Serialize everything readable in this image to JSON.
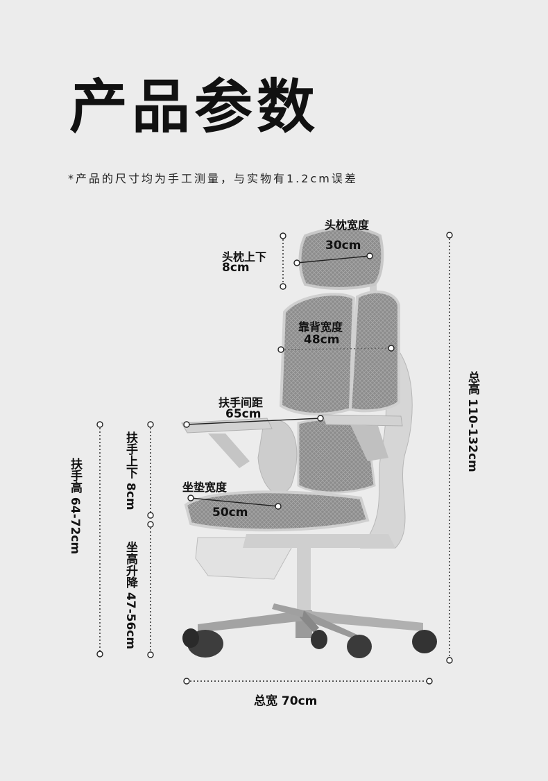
{
  "page": {
    "title": "产品参数",
    "note": "*产品的尺寸均为手工测量，与实物有1.2cm误差"
  },
  "dimensions": {
    "headrest_width": {
      "label": "头枕宽度",
      "value": "30cm"
    },
    "headrest_lift": {
      "label": "头枕上下",
      "value": "8cm"
    },
    "backrest_width": {
      "label": "靠背宽度",
      "value": "48cm"
    },
    "armrest_spacing": {
      "label": "扶手间距",
      "value": "65cm"
    },
    "seat_width": {
      "label": "坐垫宽度",
      "value": "50cm"
    },
    "total_height": "总高 110-132cm",
    "armrest_lift": "扶手上下 8cm",
    "armrest_height": "扶手高 64-72cm",
    "seat_lift": "坐高升降 47-56cm",
    "total_width": "总宽 70cm"
  },
  "colors": {
    "background": "#ececec",
    "frame": "#d9d9d9",
    "mesh": "#8f8f8f",
    "base": "#9a9a9a"
  }
}
